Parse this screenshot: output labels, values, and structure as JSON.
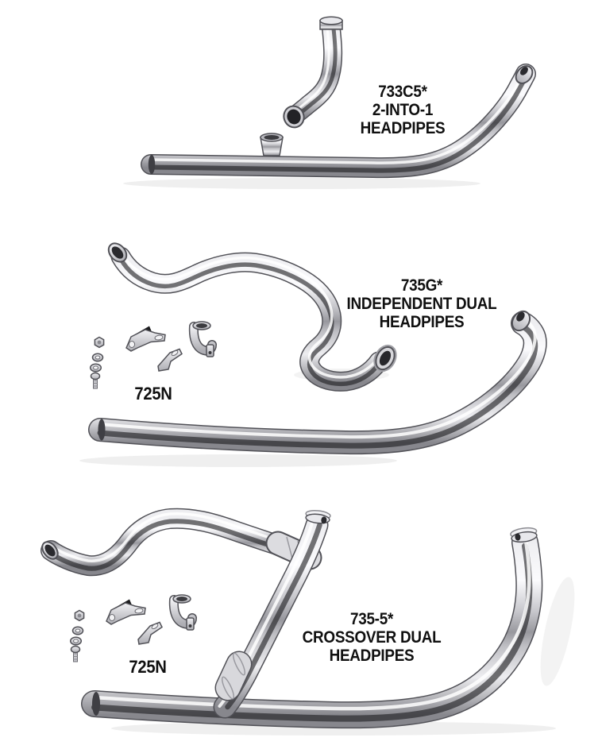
{
  "page": {
    "background_color": "#ffffff",
    "text_color": "#101010"
  },
  "products": [
    {
      "part_number": "733C5*",
      "name_line_2": "2-INTO-1",
      "name_line_3": "HEADPIPES"
    },
    {
      "part_number": "735G*",
      "name_line_2": "INDEPENDENT DUAL",
      "name_line_3": "HEADPIPES",
      "hardware_kit_label": "725N"
    },
    {
      "part_number": "735-5*",
      "name_line_2": "CROSSOVER DUAL",
      "name_line_3": "HEADPIPES",
      "hardware_kit_label": "725N"
    }
  ],
  "illustration_colors": {
    "chrome_highlight": "#fbfbfd",
    "chrome_mid": "#c7c7cc",
    "chrome_edge": "#515157",
    "pipe_opening": "#2a2a2e"
  }
}
